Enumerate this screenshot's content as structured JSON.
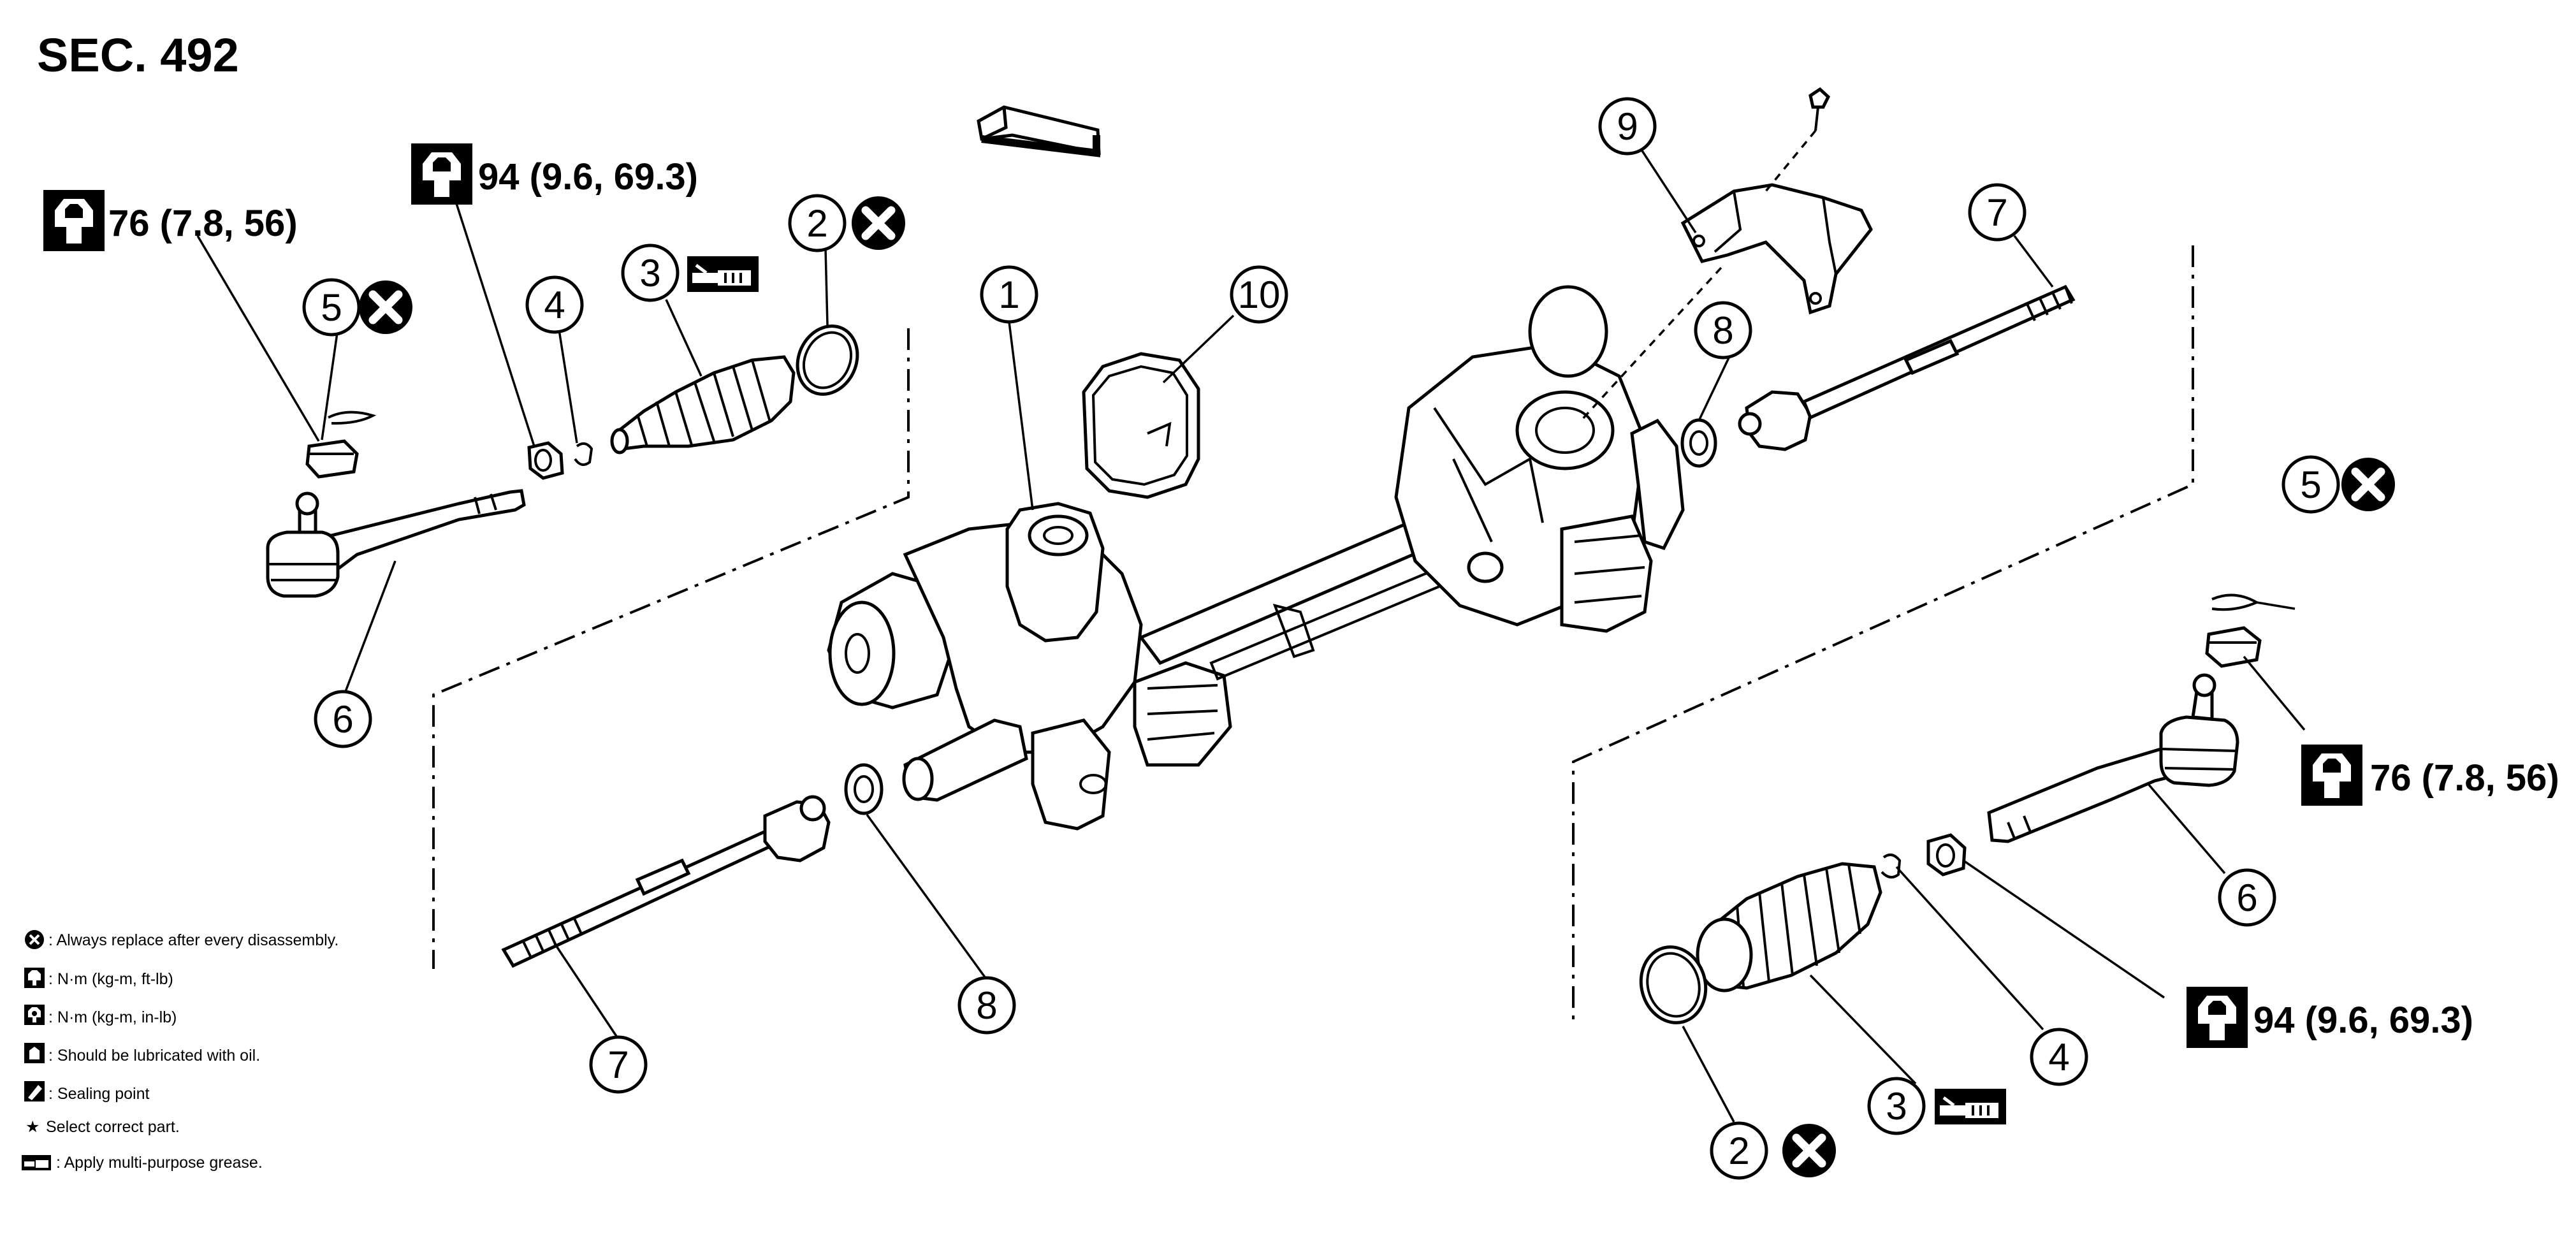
{
  "section_title": "SEC. 492",
  "callouts": {
    "c1": "1",
    "c2a": "2",
    "c2b": "2",
    "c3a": "3",
    "c3b": "3",
    "c4a": "4",
    "c4b": "4",
    "c5a": "5",
    "c5b": "5",
    "c6a": "6",
    "c6b": "6",
    "c7a": "7",
    "c7b": "7",
    "c8a": "8",
    "c8b": "8",
    "c9": "9",
    "c10": "10"
  },
  "torque": {
    "t76_left": "76 (7.8, 56)",
    "t94_left": "94 (9.6, 69.3)",
    "t76_right": "76 (7.8, 56)",
    "t94_right": "94 (9.6, 69.3)"
  },
  "legend": {
    "replace": ": Always replace after every disassembly.",
    "torque_ftlb": ": N·m (kg-m, ft-lb)",
    "torque_inlb": ": N·m (kg-m, in-lb)",
    "oil": ": Should be lubricated with oil.",
    "sealing": ": Sealing point",
    "select_star": "★",
    "select": "Select correct part.",
    "grease": ": Apply multi-purpose grease."
  }
}
